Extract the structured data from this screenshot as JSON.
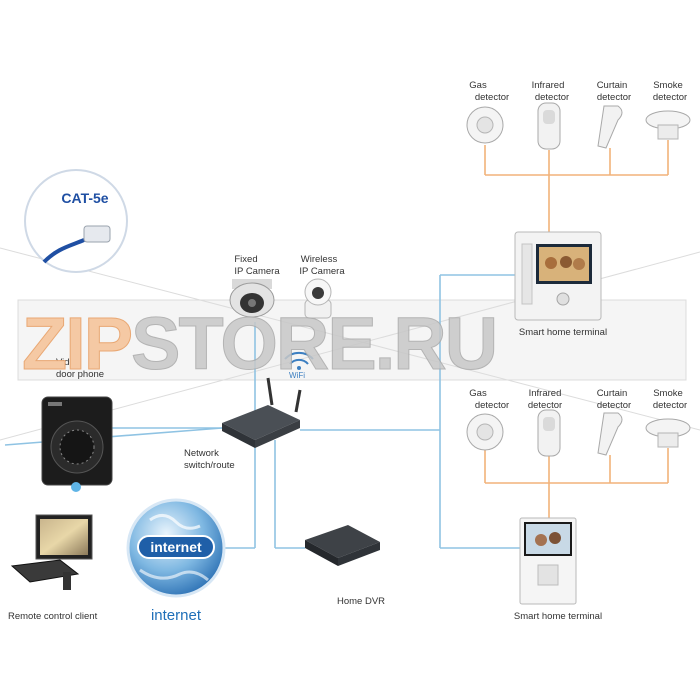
{
  "cable": {
    "label": "CAT-5e"
  },
  "cameras": {
    "fixed": {
      "line1": "Fixed",
      "line2": "IP Camera"
    },
    "wireless": {
      "line1": "Wireless",
      "line2": "IP Camera"
    }
  },
  "wifi_label": "WiFi",
  "door_phone": {
    "line1": "Video",
    "line2": "door phone"
  },
  "switch": {
    "line1": "Network",
    "line2": "switch/route"
  },
  "globe_label": "internet",
  "internet_caption": "internet",
  "remote_client": "Remote control client",
  "dvr": "Home DVR",
  "terminal_top": "Smart home terminal",
  "terminal_bottom": "Smart home terminal",
  "detectors_top": [
    {
      "line1": "Gas",
      "line2": "detector"
    },
    {
      "line1": "Infrared",
      "line2": "detector"
    },
    {
      "line1": "Curtain",
      "line2": "detector"
    },
    {
      "line1": "Smoke",
      "line2": "detector"
    }
  ],
  "detectors_bottom": [
    {
      "line1": "Gas",
      "line2": "detector"
    },
    {
      "line1": "Infrared",
      "line2": "detector"
    },
    {
      "line1": "Curtain",
      "line2": "detector"
    },
    {
      "line1": "Smoke",
      "line2": "detector"
    }
  ],
  "watermark": {
    "orange": "ZIP",
    "gray": "STORE.RU"
  },
  "colors": {
    "network_line": "#8fc3e3",
    "sensor_line": "#f2b27a",
    "watermark_orange": "#f5c9a4",
    "watermark_gray": "#c8c8c8",
    "cable_blue": "#1f4fa3"
  }
}
